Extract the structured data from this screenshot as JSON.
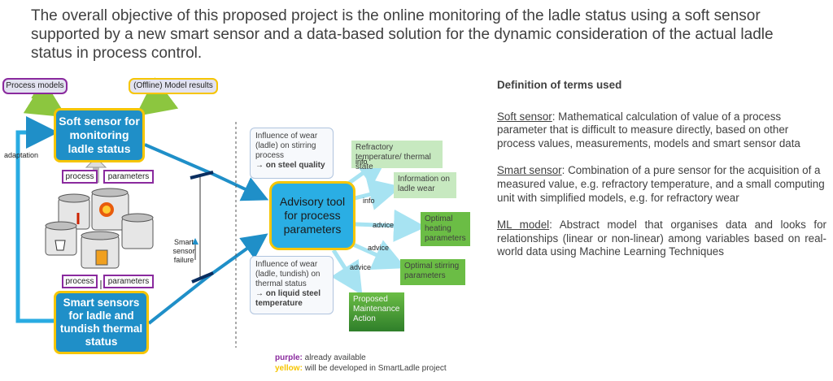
{
  "headline": "The overall objective of this proposed project is the online monitoring of the ladle status using a soft sensor supported by a new smart sensor and a data-based solution for the dynamic consideration of the actual ladle status in process control.",
  "diagram": {
    "tags": {
      "process_models": "Process models",
      "offline_results": "(Offline) Model results"
    },
    "soft_sensor": "Soft sensor for monitoring ladle status",
    "smart_sensors": "Smart sensors for ladle and tundish thermal status",
    "adaptation": "adaptation",
    "process": "process",
    "parameters": "parameters",
    "smart_sensor_failure": "Smart sensor failure",
    "advisory": "Advisory tool for process parameters",
    "note_top": {
      "text": "Influence of wear (ladle) on stirring process",
      "bold": "→ on steel quality"
    },
    "note_bottom": {
      "text": "Influence of wear (ladle, tundish) on thermal status",
      "bold": "→ on liquid steel temperature"
    },
    "outputs": [
      {
        "label": "info",
        "text": "Refractory temperature/ thermal state"
      },
      {
        "label": "info",
        "text": "Information on ladle wear"
      },
      {
        "label": "advice",
        "text": "Optimal heating parameters"
      },
      {
        "label": "advice",
        "text": "Optimal stirring parameters"
      },
      {
        "label": "advice",
        "text": "Proposed Maintenance Action"
      }
    ]
  },
  "legend": {
    "purple_key": "purple:",
    "purple_text": "already available",
    "yellow_key": "yellow:",
    "yellow_text": "will be developed in SmartLadle project",
    "purple_color": "#8a2a9e",
    "yellow_color": "#f6c500"
  },
  "definitions": {
    "heading": "Definition of terms used",
    "items": [
      {
        "term": "Soft sensor",
        "text": ": Mathematical calculation of value of a process parameter that is difficult to measure directly, based on other process values, measurements, models and smart sensor data"
      },
      {
        "term": "Smart sensor",
        "text": ": Combination of a pure sensor for the acquisition of a measured value, e.g. refractory temperature, and a small computing unit with simplified models, e.g. for refractory wear"
      },
      {
        "term": "ML model",
        "text": ": Abstract model that organises data and looks for relationships (linear or non-linear) among variables based on real-world data using Machine Learning Techniques"
      }
    ]
  }
}
